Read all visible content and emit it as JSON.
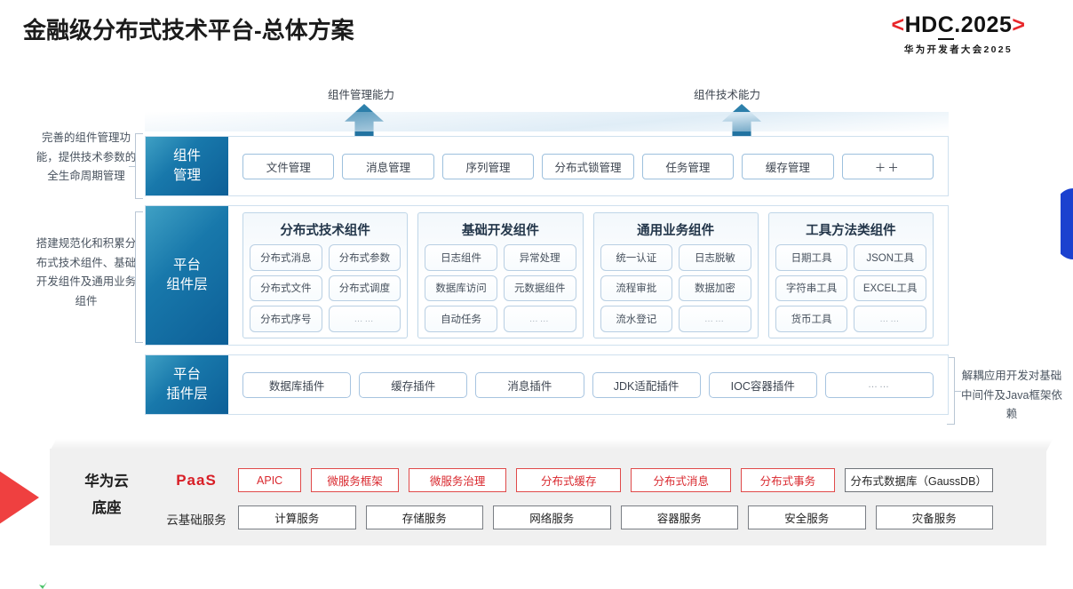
{
  "header": {
    "title": "金融级分布式技术平台-总体方案",
    "logo_prefix": "<",
    "logo_text_a": "HD",
    "logo_text_b": "C",
    "logo_text_c": ".2025",
    "logo_suffix": ">",
    "logo_subtitle": "华为开发者大会2025"
  },
  "arrows": {
    "left_label": "组件管理能力",
    "right_label": "组件技术能力"
  },
  "notes": {
    "left_top": "完善的组件管理功能，提供技术参数的全生命周期管理",
    "left_bottom": "搭建规范化和积累分布式技术组件、基础开发组件及通用业务组件",
    "right": "解耦应用开发对基础中间件及Java框架依赖"
  },
  "layers": {
    "management": {
      "label_line1": "组件",
      "label_line2": "管理",
      "chips": [
        "文件管理",
        "消息管理",
        "序列管理",
        "分布式锁管理",
        "任务管理",
        "缓存管理",
        "＋＋"
      ]
    },
    "components": {
      "label_line1": "平台",
      "label_line2": "组件层",
      "groups": [
        {
          "title": "分布式技术组件",
          "cells": [
            "分布式消息",
            "分布式参数",
            "分布式文件",
            "分布式调度",
            "分布式序号",
            "……"
          ]
        },
        {
          "title": "基础开发组件",
          "cells": [
            "日志组件",
            "异常处理",
            "数据库访问",
            "元数据组件",
            "自动任务",
            "……"
          ]
        },
        {
          "title": "通用业务组件",
          "cells": [
            "统一认证",
            "日志脱敏",
            "流程审批",
            "数据加密",
            "流水登记",
            "……"
          ]
        },
        {
          "title": "工具方法类组件",
          "cells": [
            "日期工具",
            "JSON工具",
            "字符串工具",
            "EXCEL工具",
            "货币工具",
            "……"
          ]
        }
      ]
    },
    "plugins": {
      "label_line1": "平台",
      "label_line2": "插件层",
      "chips": [
        "数据库插件",
        "缓存插件",
        "消息插件",
        "JDK适配插件",
        "IOC容器插件",
        "……"
      ]
    }
  },
  "cloud": {
    "title_line1": "华为云",
    "title_line2": "底座",
    "paas_label": "PaaS",
    "basic_label": "云基础服务",
    "paas_items": [
      {
        "label": "APIC",
        "style": "red",
        "width": 76
      },
      {
        "label": "微服务框架",
        "style": "red",
        "width": 106
      },
      {
        "label": "微服务治理",
        "style": "red",
        "width": 118
      },
      {
        "label": "分布式缓存",
        "style": "red",
        "width": 127
      },
      {
        "label": "分布式消息",
        "style": "red",
        "width": 121
      },
      {
        "label": "分布式事务",
        "style": "red",
        "width": 113
      },
      {
        "label": "分布式数据库（GaussDB）",
        "style": "neutral",
        "width": 170
      }
    ],
    "cloud_items": [
      "计算服务",
      "存储服务",
      "网络服务",
      "容器服务",
      "安全服务",
      "灾备服务"
    ]
  }
}
